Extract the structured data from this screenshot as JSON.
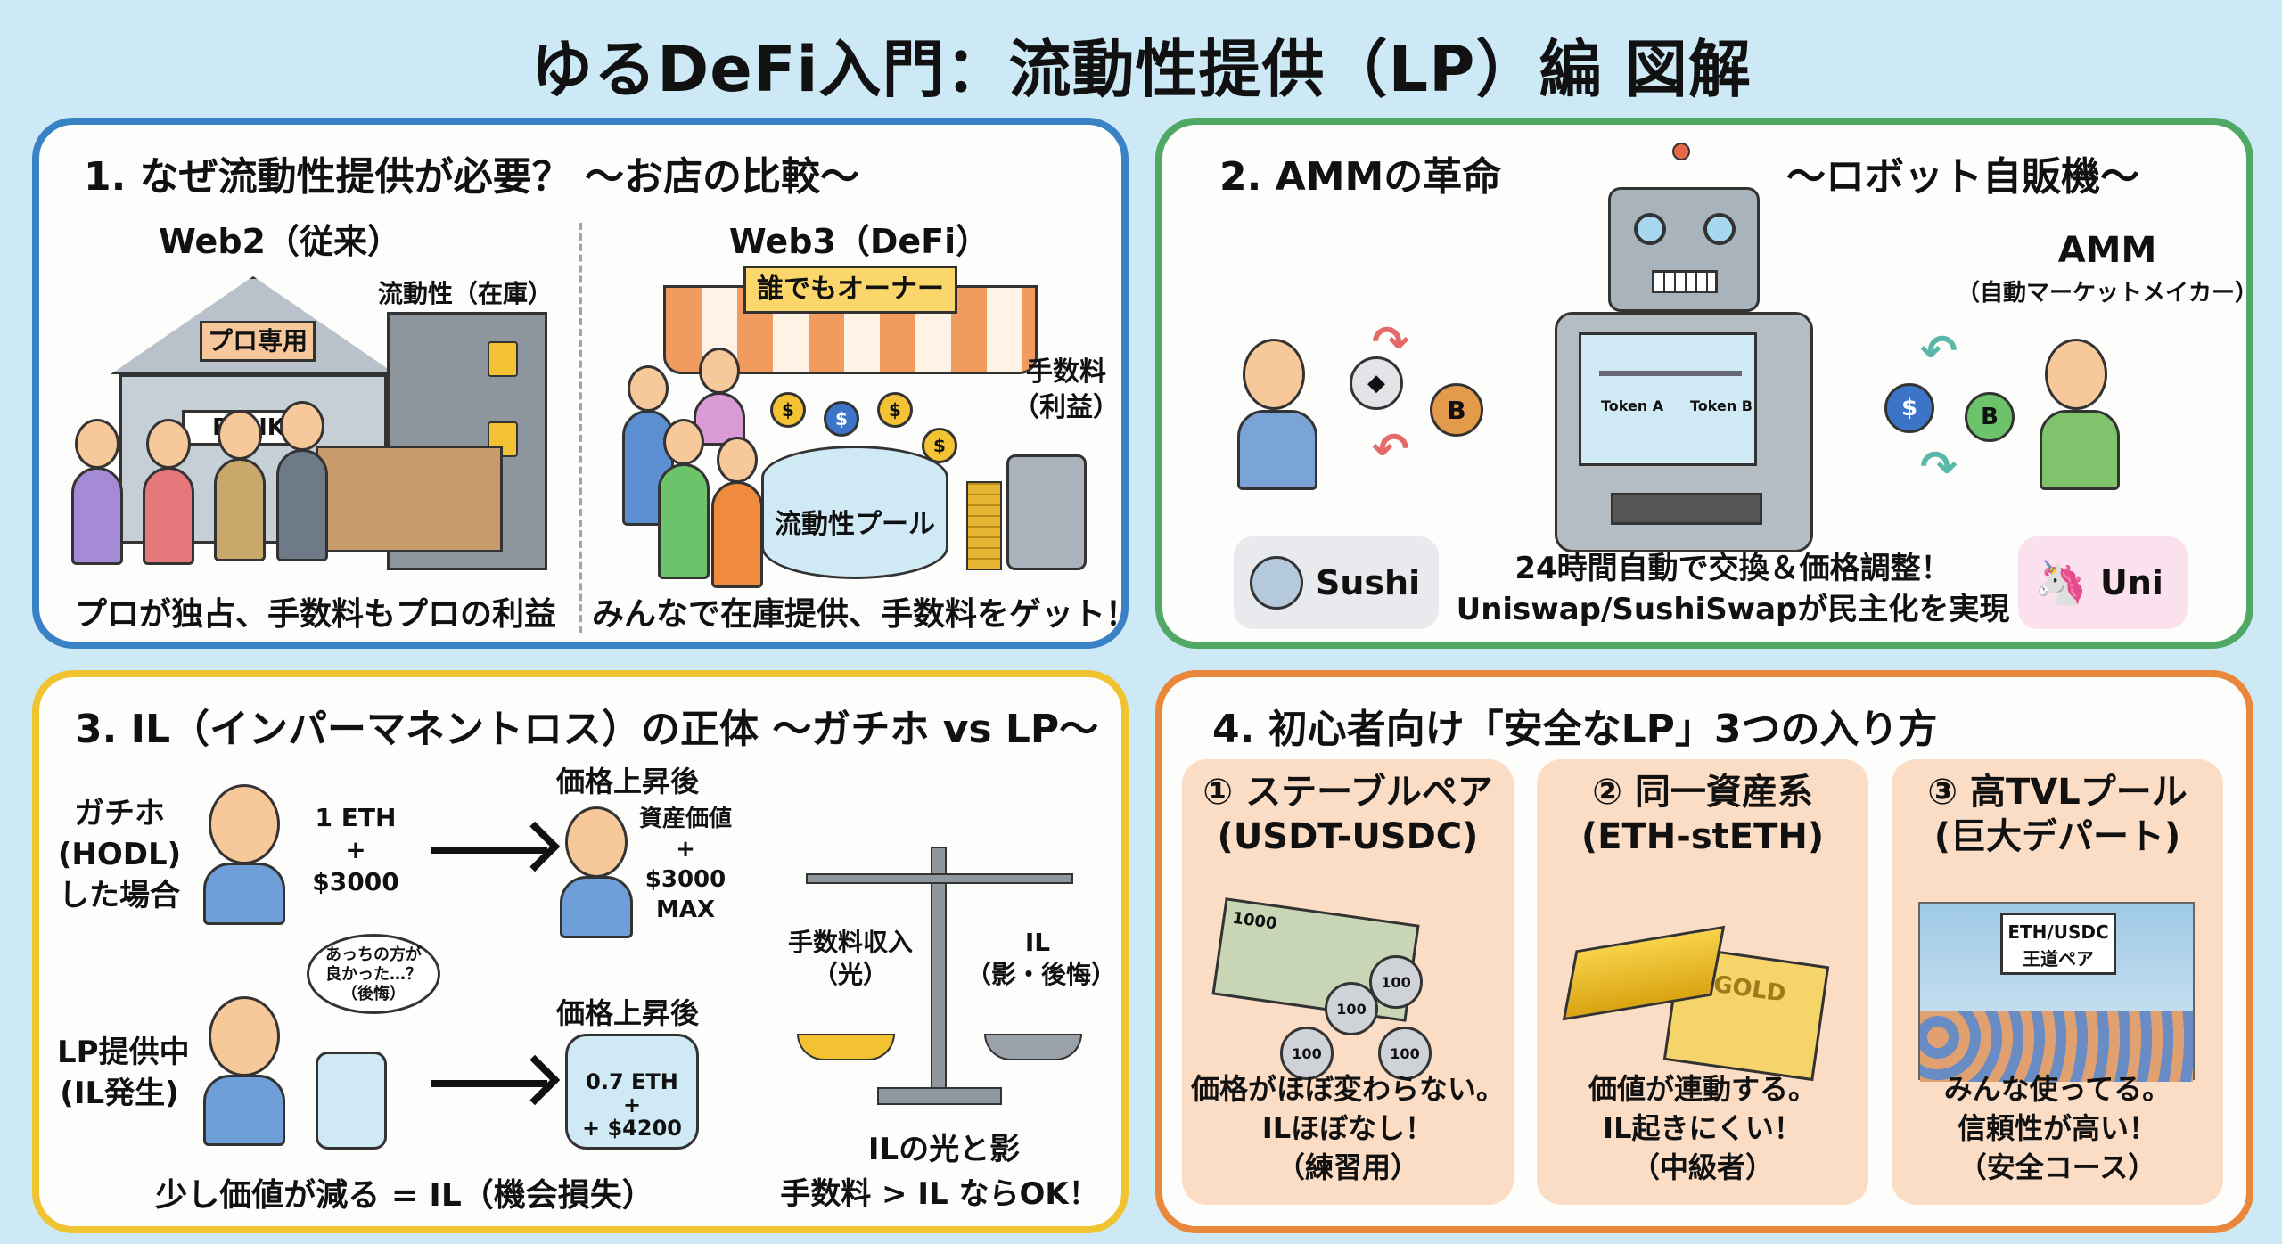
{
  "title": "ゆるDeFi入門：流動性提供（LP）編 図解",
  "colors": {
    "background": "#cde9f6",
    "panel1": "#3a82c6",
    "panel2": "#4fa864",
    "panel3": "#f0c430",
    "panel4": "#e9873a",
    "card": "#fbdcc4"
  },
  "panel1": {
    "heading": "1. なぜ流動性提供が必要？ ～お店の比較～",
    "left": {
      "label": "Web2（従来）",
      "bank_sign": "プロ専用",
      "bank_name": "BANK",
      "vault_label": "流動性（在庫）",
      "caption": "プロが独占、手数料もプロの利益"
    },
    "right": {
      "label": "Web3（DeFi）",
      "awning_sign": "誰でもオーナー",
      "pool_label": "流動性プール",
      "fee_label_1": "手数料",
      "fee_label_2": "（利益）",
      "caption": "みんなで在庫提供、手数料をゲット！"
    }
  },
  "panel2": {
    "heading": "2. AMMの革命",
    "subheading": "～ロボット自販機～",
    "amm_title": "AMM",
    "amm_subtitle": "（自動マーケットメイカー）",
    "token_a": "Token A",
    "token_b": "Token B",
    "coin_b": "B",
    "coin_usd": "$",
    "sushi_label": "Sushi",
    "uni_label": "Uni",
    "caption_1": "24時間自動で交換＆価格調整！",
    "caption_2": "Uniswap/SushiSwapが民主化を実現"
  },
  "panel3": {
    "heading": "3. IL（インパーマネントロス）の正体 ～ガチホ vs LP～",
    "hodl": {
      "label_1": "ガチホ",
      "label_2": "(HODL)",
      "label_3": "した場合",
      "holding": [
        "1 ETH",
        "+",
        "$3000"
      ],
      "after_title": "価格上昇後",
      "after_value": [
        "資産価値",
        "+",
        "$3000",
        "MAX"
      ]
    },
    "lp": {
      "label_1": "LP提供中",
      "label_2": "(IL発生)",
      "thought": [
        "あっちの方が",
        "良かった…？",
        "（後悔）"
      ],
      "after_title": "価格上昇後",
      "pool_value": [
        "0.7 ETH",
        "+",
        "+ $4200"
      ]
    },
    "caption": "少し価値が減る = IL（機会損失）",
    "scale_left": [
      "手数料収入",
      "（光）"
    ],
    "scale_right": [
      "IL",
      "（影・後悔）"
    ],
    "scale_title": "ILの光と影",
    "scale_caption": "手数料 > IL ならOK！"
  },
  "panel4": {
    "heading": "4. 初心者向け「安全なLP」3つの入り方",
    "cards": [
      {
        "title_1": "① ステーブルペア",
        "title_2": "(USDT-USDC)",
        "desc": [
          "価格がほぼ変わらない。",
          "ILほぼなし！",
          "（練習用）"
        ],
        "note_value": "1000",
        "coin_value": "100"
      },
      {
        "title_1": "② 同一資産系",
        "title_2": "(ETH-stETH)",
        "desc": [
          "価値が連動する。",
          "IL起きにくい！",
          "（中級者）"
        ],
        "cert_label": "GOLD"
      },
      {
        "title_1": "③ 高TVLプール",
        "title_2": "(巨大デパート)",
        "desc": [
          "みんな使ってる。",
          "信頼性が高い！",
          "（安全コース）"
        ],
        "sign": [
          "ETH/USDC",
          "王道ペア"
        ]
      }
    ]
  }
}
